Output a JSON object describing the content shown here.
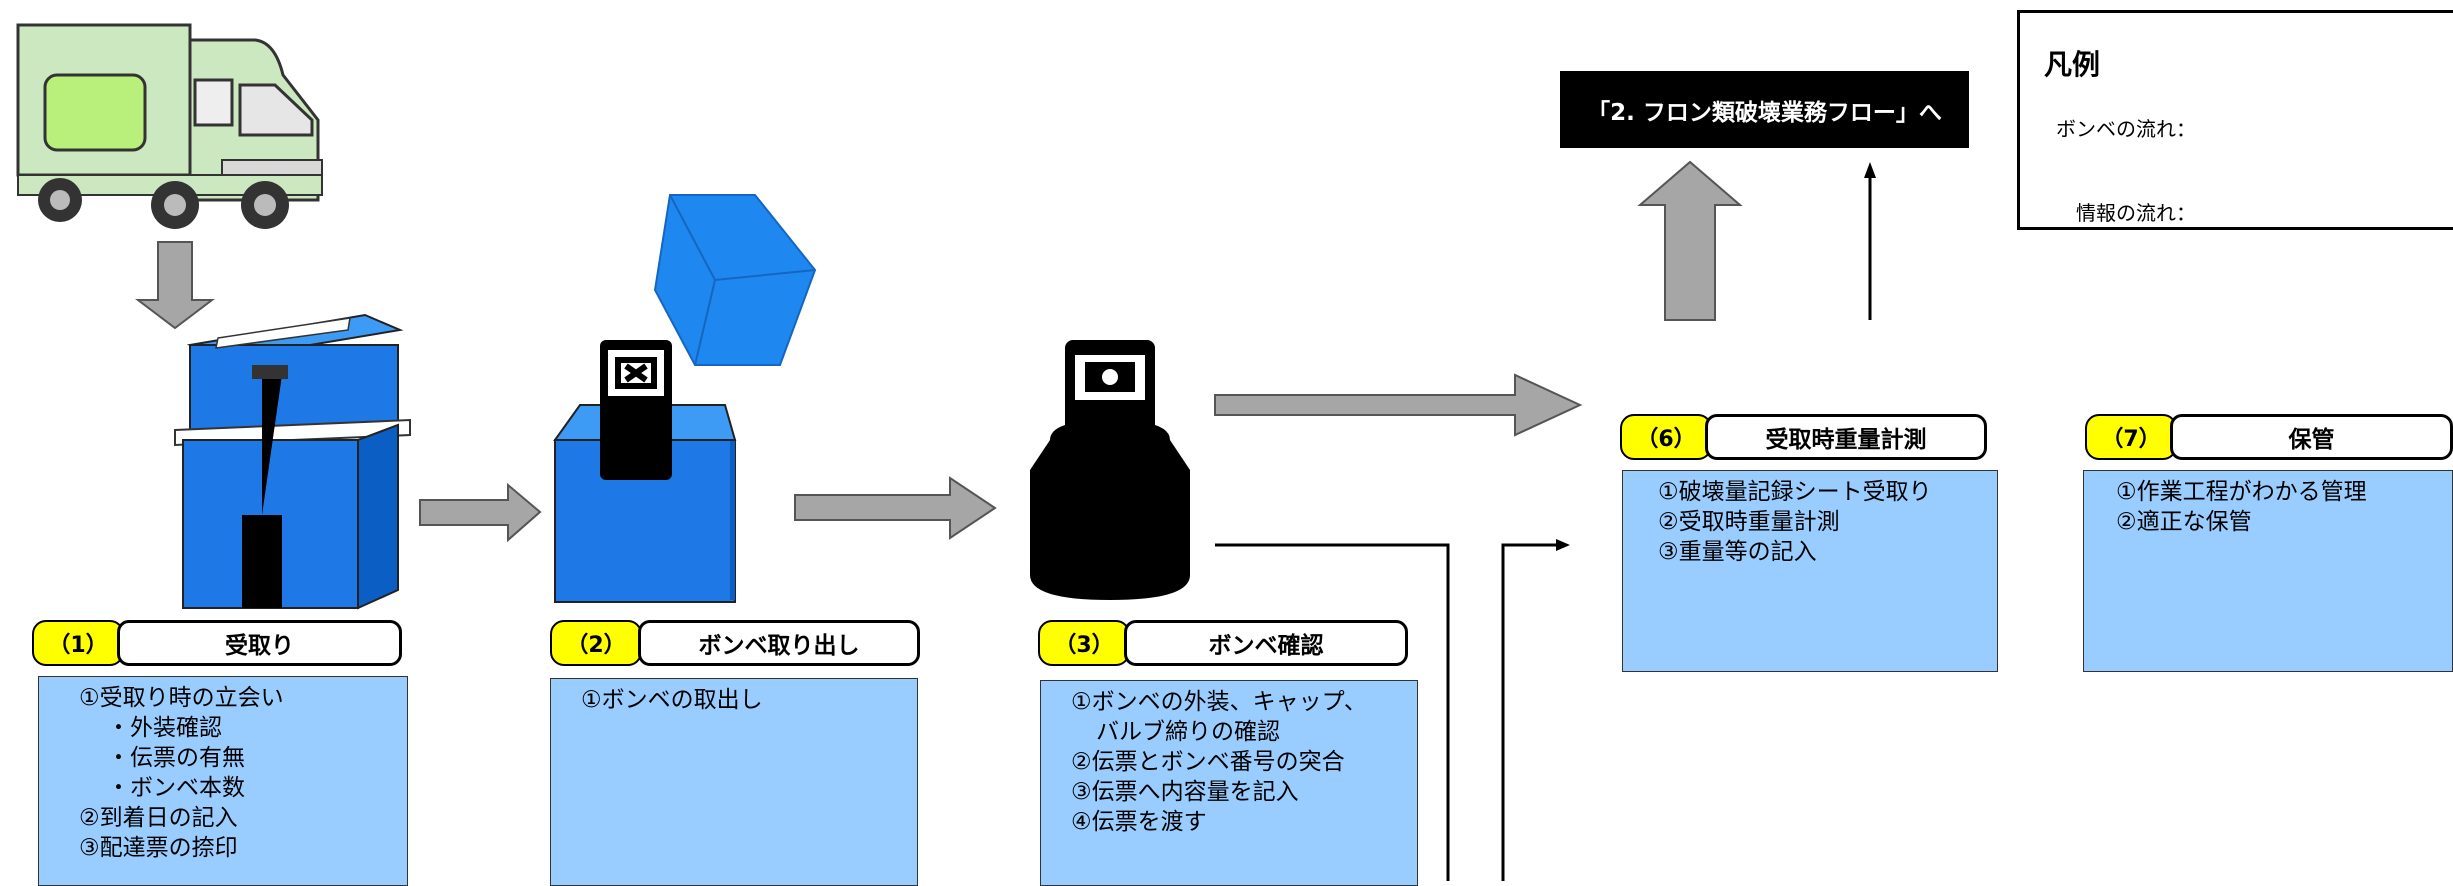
{
  "destination_box": "「2. フロン類破壊業務フロー」へ",
  "legend": {
    "title": "凡例",
    "cylinder_flow": "ボンベの流れ：",
    "info_flow": "情報の流れ："
  },
  "steps": [
    {
      "num": "（1）",
      "title": "受取り",
      "lines": [
        "①受取り時の立会い",
        "・外装確認",
        "・伝票の有無",
        "・ボンベ本数",
        "②到着日の記入",
        "③配達票の捺印"
      ]
    },
    {
      "num": "（2）",
      "title": "ボンベ取り出し",
      "lines": [
        "①ボンベの取出し"
      ]
    },
    {
      "num": "（3）",
      "title": "ボンベ確認",
      "lines": [
        "①ボンベの外装、キャップ、",
        "バルブ締りの確認",
        "②伝票とボンベ番号の突合",
        "③伝票へ内容量を記入",
        "④伝票を渡す"
      ]
    },
    {
      "num": "（6）",
      "title": "受取時重量計測",
      "lines": [
        "①破壊量記録シート受取り",
        "②受取時重量計測",
        "③重量等の記入"
      ]
    },
    {
      "num": "（7）",
      "title": "保管",
      "lines": [
        "①作業工程がわかる管理",
        "②適正な保管"
      ]
    }
  ],
  "colors": {
    "detail_bg": "#99ccff",
    "num_tag": "#ffff00",
    "box_blue": "#1e78e6",
    "arrow_gray": "#a6a6a6",
    "truck_green": "#cce8c0"
  }
}
